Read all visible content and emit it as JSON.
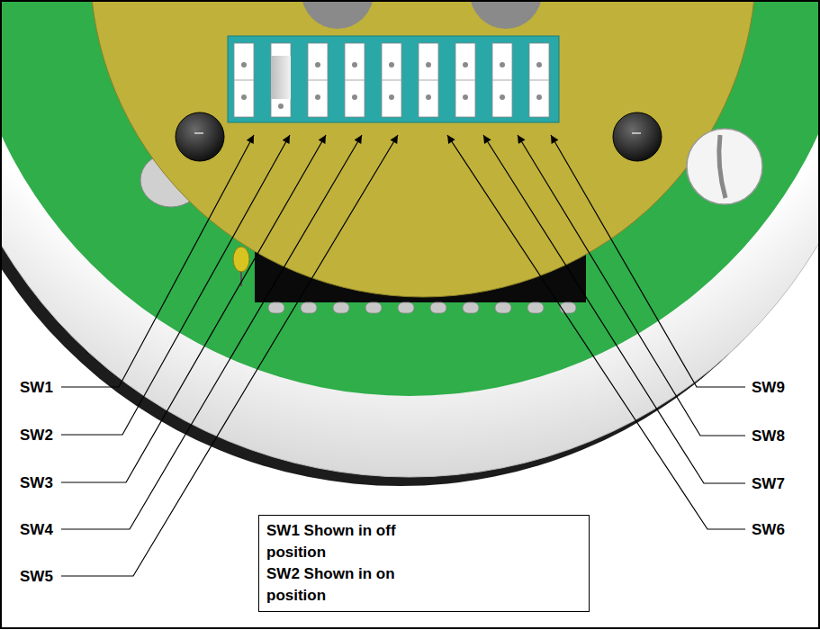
{
  "diagram": {
    "nodes": [
      {
        "text": [
          "SW1 Shown in off position",
          "SW2 Shown in on position"
        ]
      }
    ],
    "labels": [
      "SW1",
      "SW2",
      "SW3",
      "SW4",
      "SW5",
      "SW6",
      "SW7",
      "SW8",
      "SW9"
    ]
  }
}
